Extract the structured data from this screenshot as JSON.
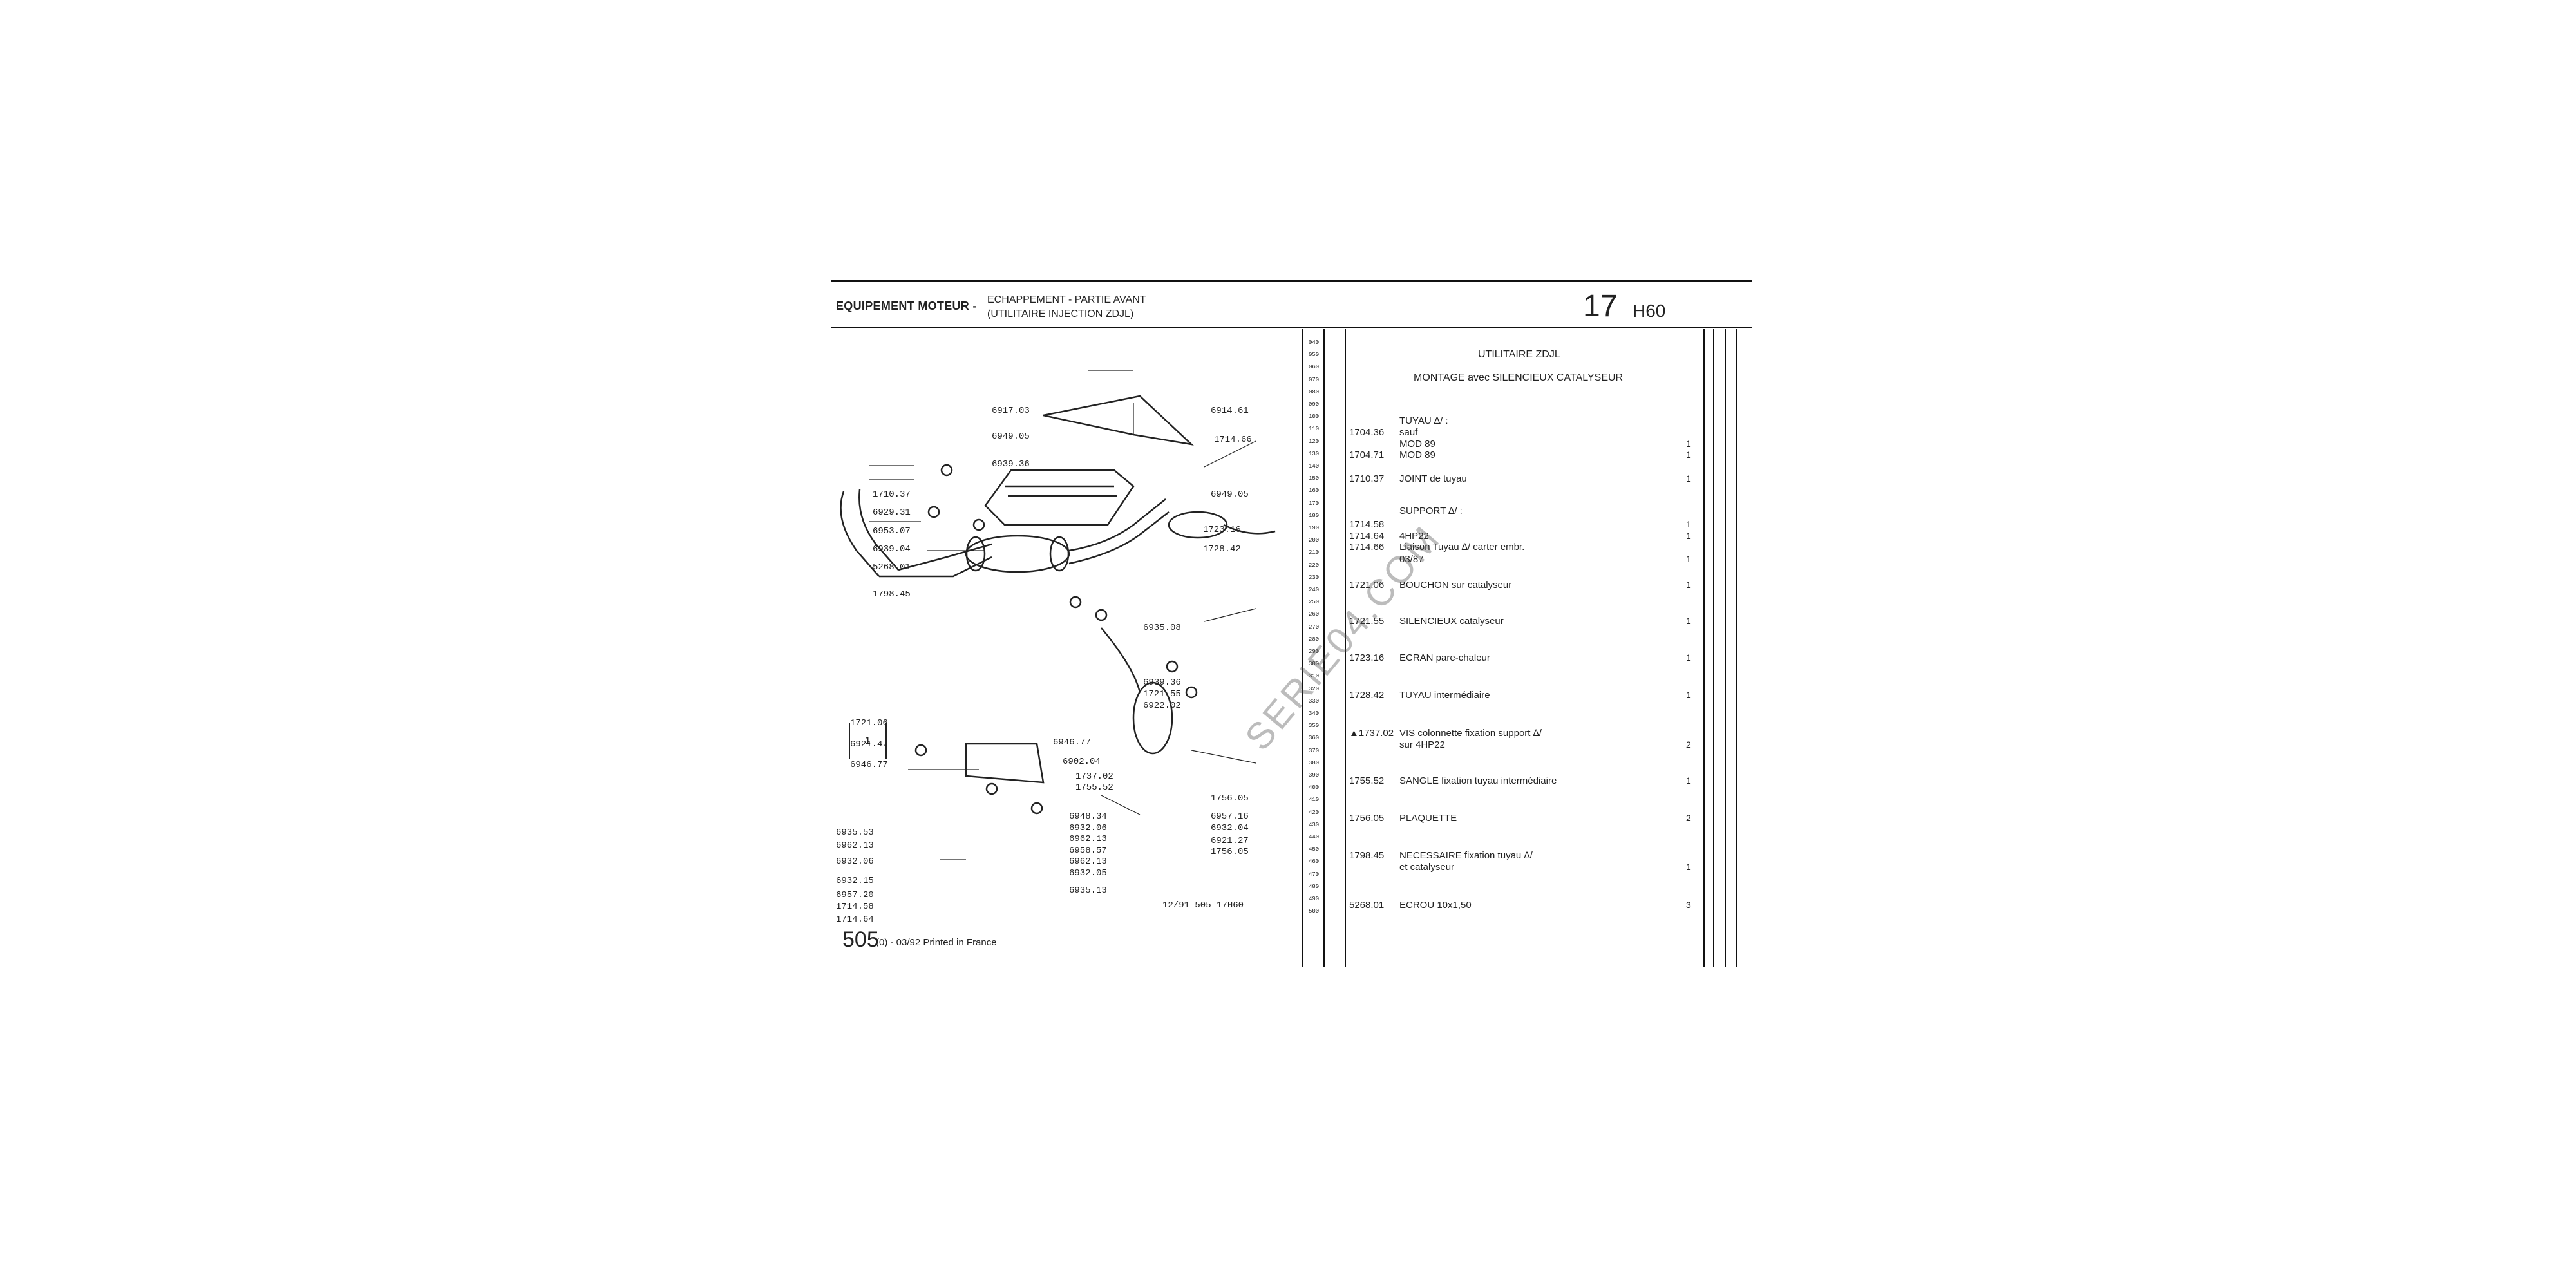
{
  "header": {
    "section": "EQUIPEMENT MOTEUR -",
    "subtitle_line1": "ECHAPPEMENT - PARTIE AVANT",
    "subtitle_line2": "(UTILITAIRE INJECTION ZDJL)",
    "chapter": "17",
    "plate": "H60"
  },
  "parts_header": {
    "line1": "UTILITAIRE ZDJL",
    "line2": "MONTAGE avec SILENCIEUX CATALYSEUR"
  },
  "row_numbers": [
    "040",
    "050",
    "060",
    "070",
    "080",
    "090",
    "100",
    "110",
    "120",
    "130",
    "140",
    "150",
    "160",
    "170",
    "180",
    "190",
    "200",
    "210",
    "220",
    "230",
    "240",
    "250",
    "260",
    "270",
    "280",
    "290",
    "300",
    "310",
    "320",
    "330",
    "340",
    "350",
    "360",
    "370",
    "380",
    "390",
    "400",
    "410",
    "420",
    "430",
    "440",
    "450",
    "460",
    "470",
    "480",
    "490",
    "500"
  ],
  "parts": [
    {
      "ref": "",
      "text": "TUYAU ∆/ :",
      "qty": ""
    },
    {
      "ref": "1704.36",
      "text": "sauf",
      "qty": ""
    },
    {
      "ref": "",
      "text": "MOD 89",
      "qty": "1"
    },
    {
      "ref": "1704.71",
      "text": "MOD 89",
      "qty": "1"
    },
    {
      "ref": "1710.37",
      "text": "JOINT de tuyau",
      "qty": "1"
    },
    {
      "ref": "",
      "text": "SUPPORT ∆/ :",
      "qty": ""
    },
    {
      "ref": "1714.58",
      "text": "",
      "qty": "1"
    },
    {
      "ref": "1714.64",
      "text": "4HP22",
      "qty": "1"
    },
    {
      "ref": "1714.66",
      "text": "Liaison Tuyau ∆/ carter embr.",
      "qty": ""
    },
    {
      "ref": "",
      "text": "03/87",
      "qty": "1"
    },
    {
      "ref": "1721.06",
      "text": "BOUCHON sur catalyseur",
      "qty": "1"
    },
    {
      "ref": "1721.55",
      "text": "SILENCIEUX catalyseur",
      "qty": "1"
    },
    {
      "ref": "1723.16",
      "text": "ECRAN pare-chaleur",
      "qty": "1"
    },
    {
      "ref": "1728.42",
      "text": "TUYAU intermédiaire",
      "qty": "1"
    },
    {
      "ref": "▲1737.02",
      "text": "VIS colonnette fixation support ∆/",
      "qty": ""
    },
    {
      "ref": "",
      "text": "sur 4HP22",
      "qty": "2"
    },
    {
      "ref": "1755.52",
      "text": "SANGLE fixation tuyau intermédiaire",
      "qty": "1"
    },
    {
      "ref": "1756.05",
      "text": "PLAQUETTE",
      "qty": "2"
    },
    {
      "ref": "1798.45",
      "text": "NECESSAIRE fixation tuyau ∆/",
      "qty": ""
    },
    {
      "ref": "",
      "text": "et catalyseur",
      "qty": "1"
    },
    {
      "ref": "5268.01",
      "text": "ECROU 10x1,50",
      "qty": "3"
    }
  ],
  "diagram_labels": [
    "6917.03",
    "6914.61",
    "6949.05",
    "1714.66",
    "6939.36",
    "6949.05",
    "1710.37",
    "6929.31",
    "6953.07",
    "6939.04",
    "5268.01",
    "1723.16",
    "1728.42",
    "1798.45",
    "6935.08",
    "6939.36",
    "1721.55",
    "6922.02",
    "1721.06",
    "6946.77",
    "6921.47",
    "6902.04",
    "6946.77",
    "1737.02",
    "1755.52",
    "1756.05",
    "6957.16",
    "6932.04",
    "6948.34",
    "6932.06",
    "6962.13",
    "6958.57",
    "6962.13",
    "6921.27",
    "1756.05",
    "6932.05",
    "6935.13",
    "6935.53",
    "6962.13",
    "6932.06",
    "6932.15",
    "6957.20",
    "1714.58",
    "1714.64"
  ],
  "bracket_label": "1",
  "figure_code": "12/91 505 17H60",
  "footer": {
    "page": "505",
    "rest": "(0) - 03/92 Printed in France"
  },
  "watermark": "SERIE04.COM"
}
